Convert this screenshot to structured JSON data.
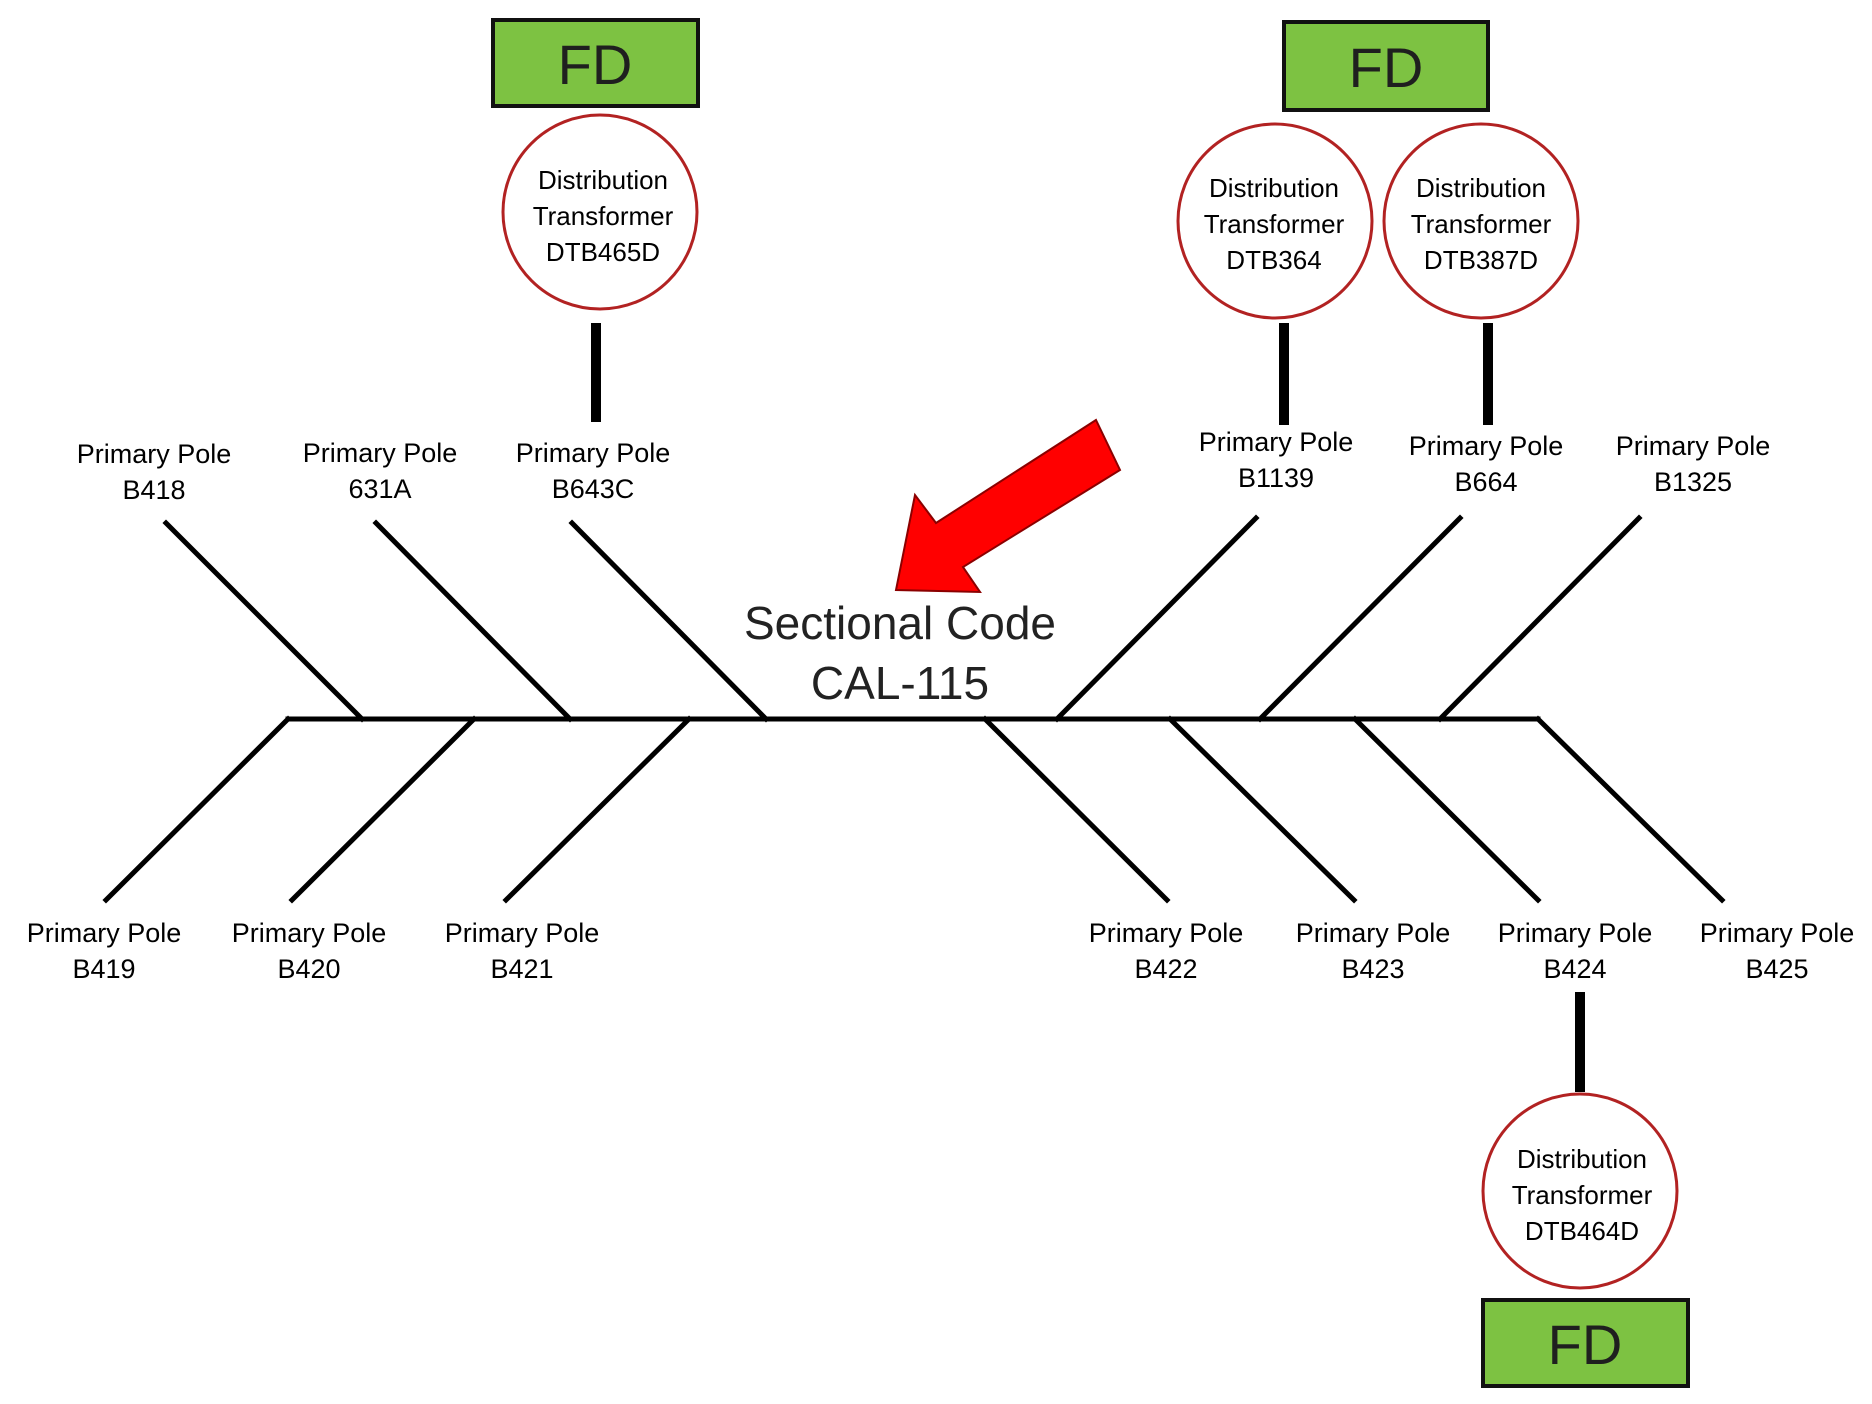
{
  "colors": {
    "fd_fill": "#7dc242",
    "circle_stroke": "#b22222",
    "arrow_fill": "#ff0000",
    "arrow_stroke": "#8b0000"
  },
  "sectional_code": {
    "line1": "Sectional Code",
    "line2": "CAL-115"
  },
  "poles": [
    {
      "id": "b418",
      "line1": "Primary Pole",
      "line2": "B418"
    },
    {
      "id": "631a",
      "line1": "Primary Pole",
      "line2": "631A"
    },
    {
      "id": "b643c",
      "line1": "Primary Pole",
      "line2": "B643C"
    },
    {
      "id": "b1139",
      "line1": "Primary Pole",
      "line2": "B1139"
    },
    {
      "id": "b664",
      "line1": "Primary Pole",
      "line2": "B664"
    },
    {
      "id": "b1325",
      "line1": "Primary Pole",
      "line2": "B1325"
    },
    {
      "id": "b419",
      "line1": "Primary Pole",
      "line2": "B419"
    },
    {
      "id": "b420",
      "line1": "Primary Pole",
      "line2": "B420"
    },
    {
      "id": "b421",
      "line1": "Primary Pole",
      "line2": "B421"
    },
    {
      "id": "b422",
      "line1": "Primary Pole",
      "line2": "B422"
    },
    {
      "id": "b423",
      "line1": "Primary Pole",
      "line2": "B423"
    },
    {
      "id": "b424",
      "line1": "Primary Pole",
      "line2": "B424"
    },
    {
      "id": "b425",
      "line1": "Primary Pole",
      "line2": "B425"
    }
  ],
  "transformers": [
    {
      "id": "dtb465d",
      "line1": "Distribution",
      "line2": "Transformer",
      "line3": "DTB465D"
    },
    {
      "id": "dtb364",
      "line1": "Distribution",
      "line2": "Transformer",
      "line3": "DTB364"
    },
    {
      "id": "dtb387d",
      "line1": "Distribution",
      "line2": "Transformer",
      "line3": "DTB387D"
    },
    {
      "id": "dtb464d",
      "line1": "Distribution",
      "line2": "Transformer",
      "line3": "DTB464D"
    }
  ],
  "fd_boxes": [
    {
      "id": "1",
      "label": "FD"
    },
    {
      "id": "2",
      "label": "FD"
    },
    {
      "id": "3",
      "label": "FD"
    }
  ]
}
